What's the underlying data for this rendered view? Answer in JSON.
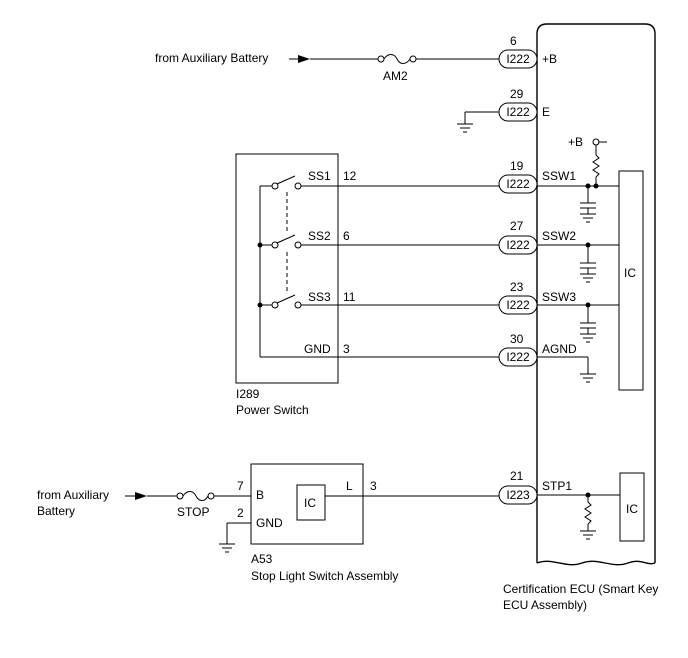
{
  "sources": {
    "aux_battery_top": "from Auxiliary Battery",
    "aux_battery_bottom_line1": "from Auxiliary",
    "aux_battery_bottom_line2": "Battery"
  },
  "fuses": {
    "am2": "AM2",
    "stop": "STOP"
  },
  "ecu": {
    "name_line1": "Certification ECU (Smart Key",
    "name_line2": "ECU Assembly)",
    "pullup_label": "+B",
    "ic_label": "IC",
    "ic2_label": "IC",
    "circuits": [
      {
        "pin": "6",
        "connector": "I222",
        "signal": "+B"
      },
      {
        "pin": "29",
        "connector": "I222",
        "signal": "E"
      },
      {
        "pin": "19",
        "connector": "I222",
        "signal": "SSW1"
      },
      {
        "pin": "27",
        "connector": "I222",
        "signal": "SSW2"
      },
      {
        "pin": "23",
        "connector": "I222",
        "signal": "SSW3"
      },
      {
        "pin": "30",
        "connector": "I222",
        "signal": "AGND"
      },
      {
        "pin": "21",
        "connector": "I223",
        "signal": "STP1"
      }
    ]
  },
  "power_switch": {
    "code": "I289",
    "name": "Power Switch",
    "terminals": [
      {
        "name": "SS1",
        "pin": "12"
      },
      {
        "name": "SS2",
        "pin": "6"
      },
      {
        "name": "SS3",
        "pin": "11"
      },
      {
        "name": "GND",
        "pin": "3"
      }
    ]
  },
  "stop_light_switch": {
    "code": "A53",
    "name": "Stop Light Switch Assembly",
    "ic_label": "IC",
    "terminals": [
      {
        "name": "B",
        "pin": "7"
      },
      {
        "name": "GND",
        "pin": "2"
      },
      {
        "name": "L",
        "pin": "3"
      }
    ]
  }
}
